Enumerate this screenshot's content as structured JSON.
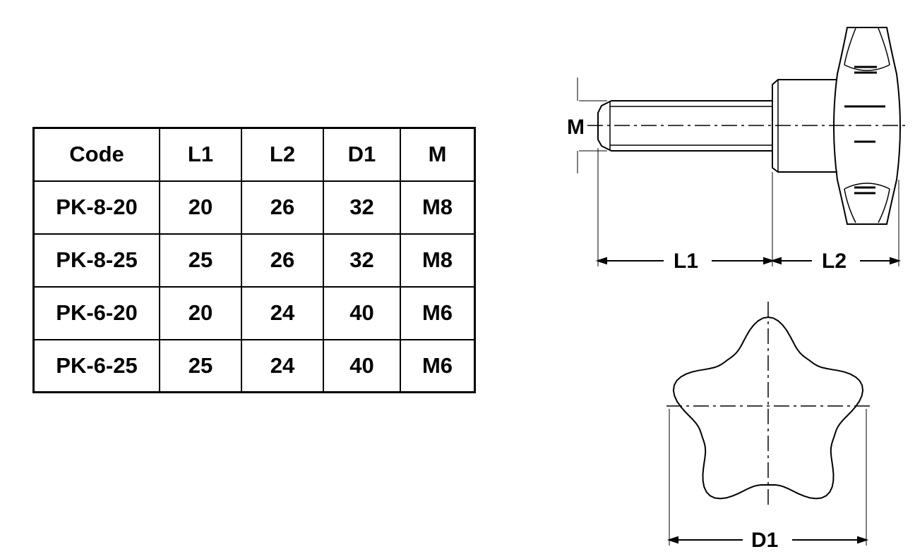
{
  "table": {
    "headers": [
      "Code",
      "L1",
      "L2",
      "D1",
      "M"
    ],
    "rows": [
      [
        "PK-8-20",
        "20",
        "26",
        "32",
        "M8"
      ],
      [
        "PK-8-25",
        "25",
        "26",
        "32",
        "M8"
      ],
      [
        "PK-6-20",
        "20",
        "24",
        "40",
        "M6"
      ],
      [
        "PK-6-25",
        "25",
        "24",
        "40",
        "M6"
      ]
    ]
  },
  "drawing": {
    "label_m": "M",
    "label_l1": "L1",
    "label_l2": "L2",
    "label_d1": "D1"
  }
}
